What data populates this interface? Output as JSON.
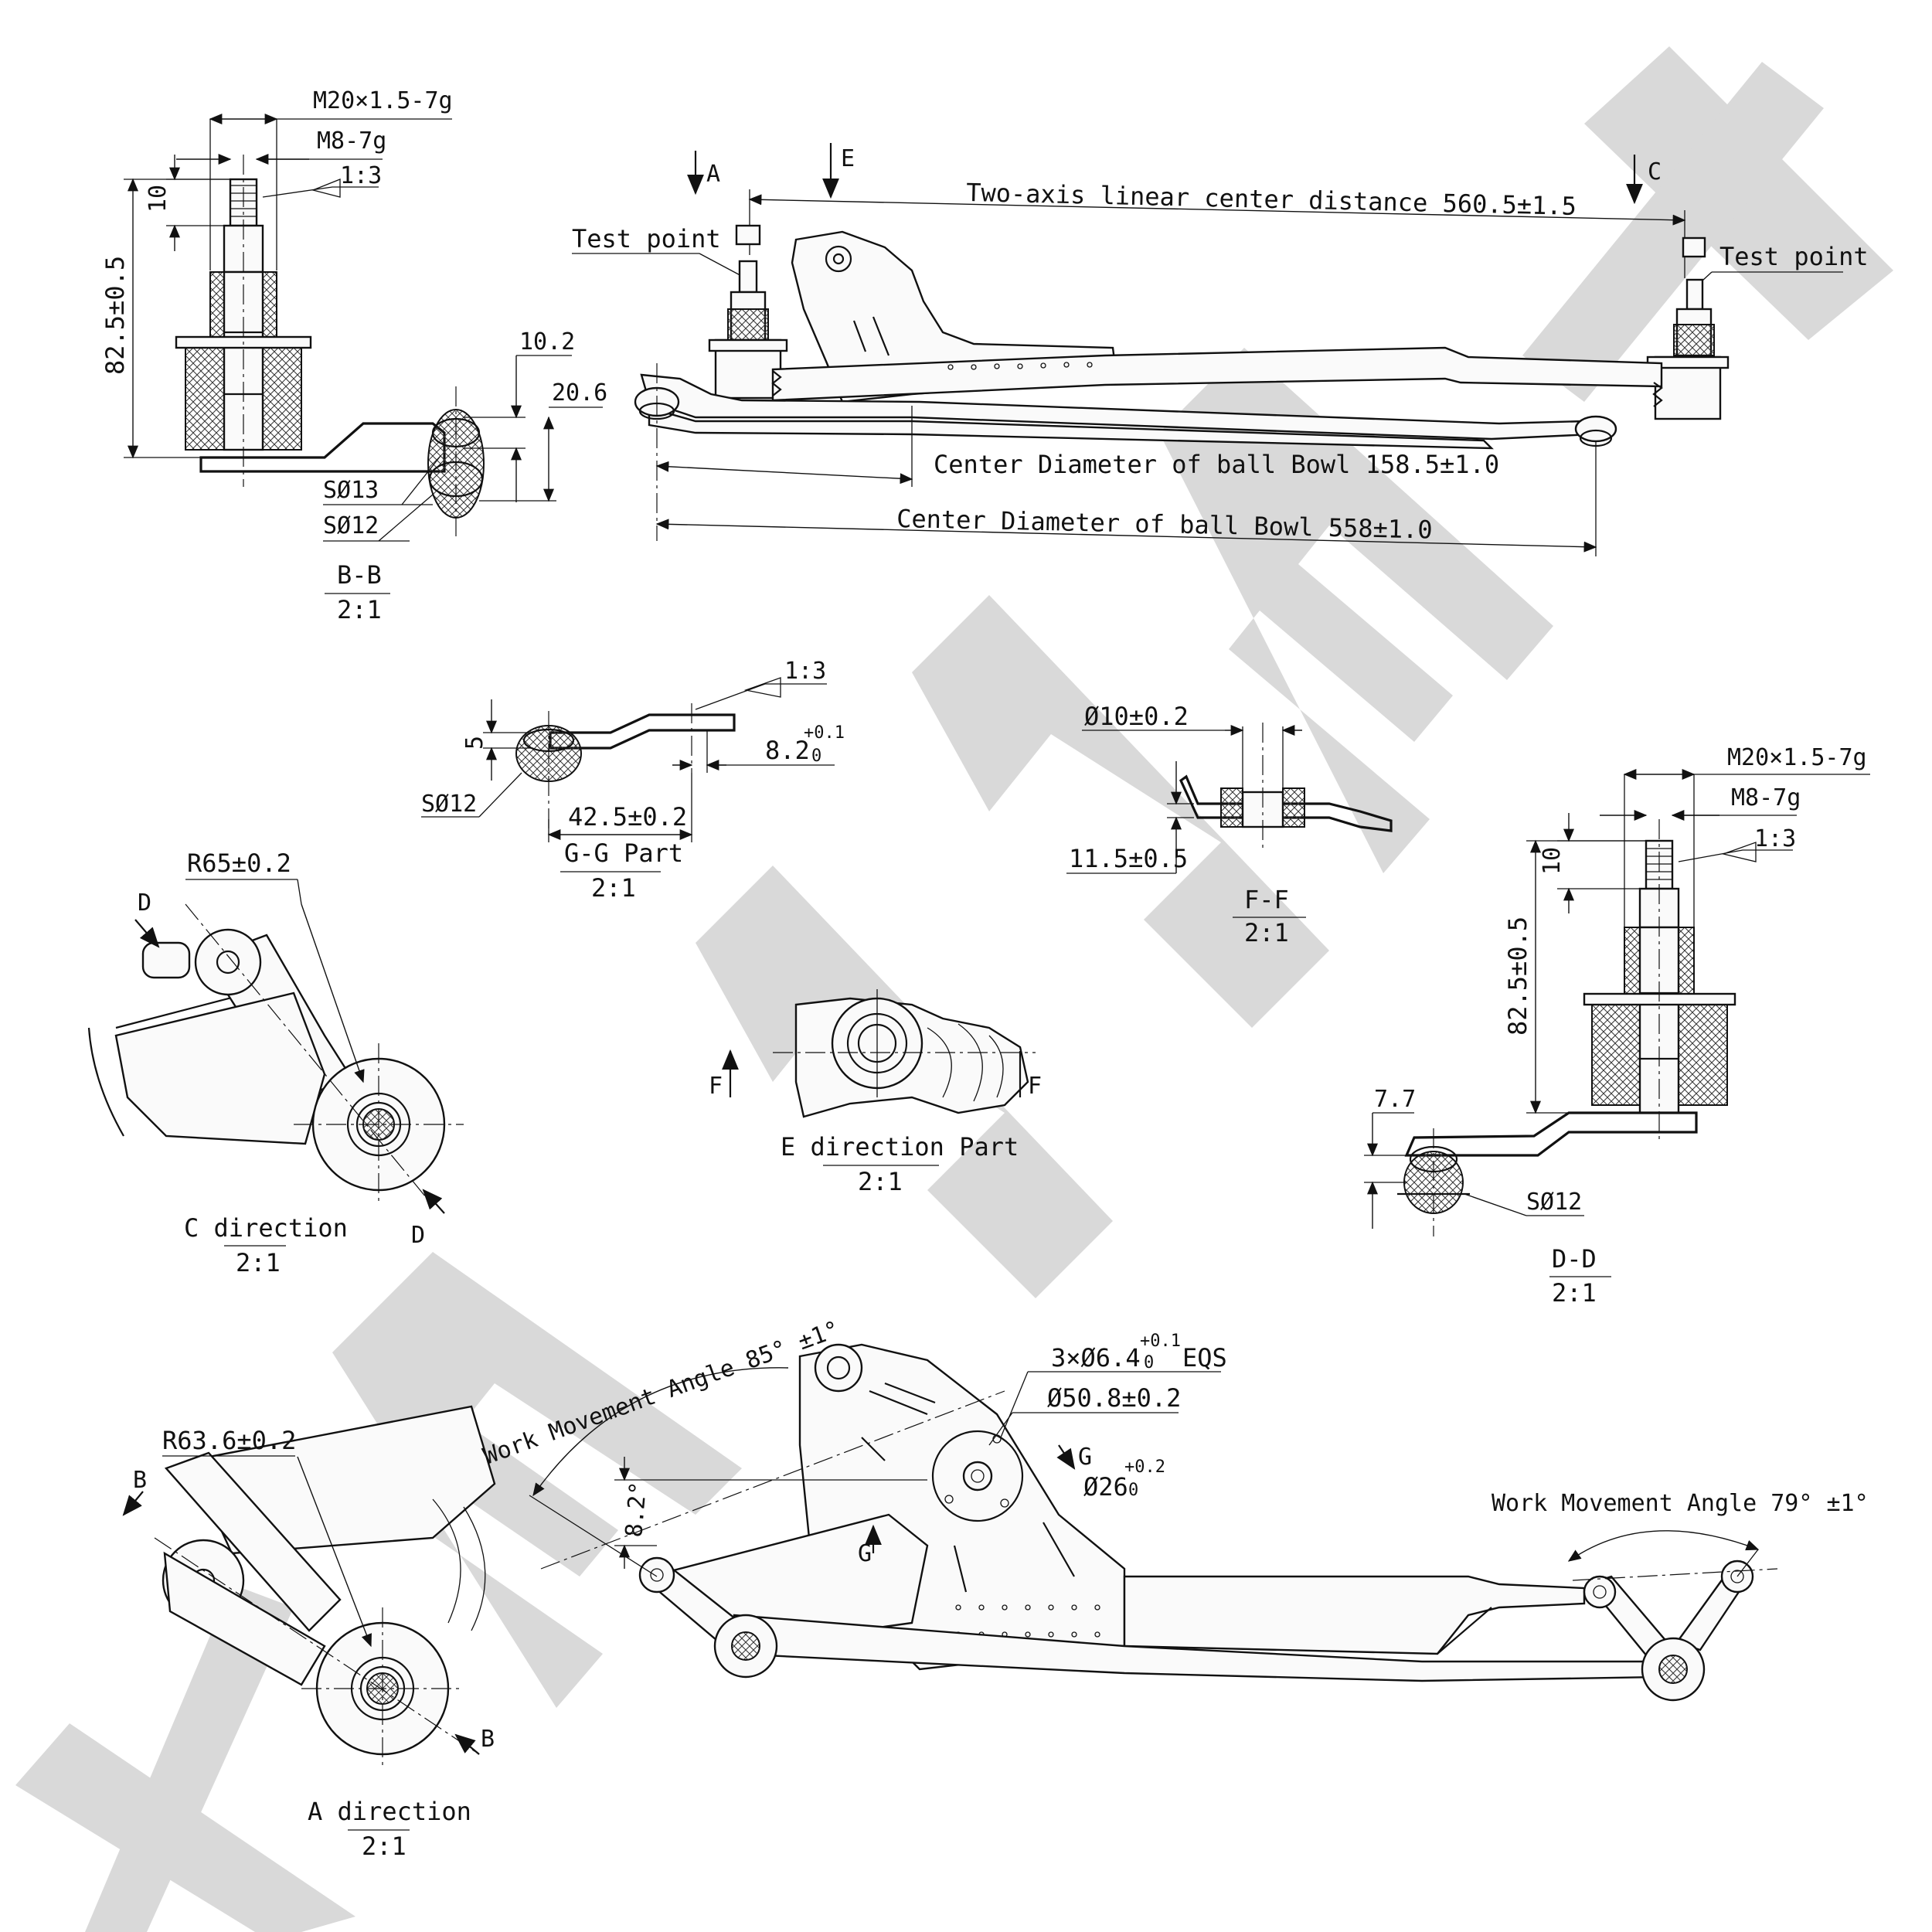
{
  "watermark": "XENNEX",
  "views": {
    "bb": {
      "thread_major": "M20×1.5-7g",
      "thread_minor": "M8-7g",
      "taper": "1:3",
      "dim_10": "10",
      "dim_height": "82.5±0.5",
      "dim_10_2": "10.2",
      "dim_20_6": "20.6",
      "ball_13": "SØ13",
      "ball_12": "SØ12",
      "name": "B-B",
      "scale": "2:1"
    },
    "main": {
      "arrow_a": "A",
      "arrow_e": "E",
      "arrow_c": "C",
      "test_point_left": "Test point",
      "test_point_right": "Test point",
      "two_axis": "Two-axis linear center distance 560.5±1.5",
      "bowl_1": "Center Diameter of ball Bowl 158.5±1.0",
      "bowl_2": "Center Diameter of ball Bowl 558±1.0"
    },
    "gg": {
      "taper": "1:3",
      "dim_5": "5",
      "dim_8_2": "8.2",
      "tol_upper": "+0.1",
      "tol_lower": "0",
      "ball": "SØ12",
      "dim_42_5": "42.5±0.2",
      "name": "G-G Part",
      "scale": "2:1"
    },
    "ff": {
      "dim_10": "Ø10±0.2",
      "dim_11_5": "11.5±0.5",
      "name": "F-F",
      "scale": "2:1"
    },
    "dd": {
      "thread_major": "M20×1.5-7g",
      "thread_minor": "M8-7g",
      "taper": "1:3",
      "dim_10": "10",
      "dim_height": "82.5±0.5",
      "dim_7_7": "7.7",
      "ball": "SØ12",
      "name": "D-D",
      "scale": "2:1"
    },
    "cdir": {
      "radius": "R65±0.2",
      "sec_top": "D",
      "sec_bot": "D",
      "name": "C direction",
      "scale": "2:1"
    },
    "edir": {
      "sec_left": "F",
      "sec_right": "F",
      "name": "E direction Part",
      "scale": "2:1"
    },
    "adir": {
      "radius": "R63.6±0.2",
      "sec_top": "B",
      "sec_bot": "B",
      "name": "A direction",
      "scale": "2:1"
    },
    "bottom": {
      "angle_left": "Work Movement Angle 85° ±1°",
      "angle_right": "Work Movement Angle 79° ±1°",
      "holes": "3×Ø6.4",
      "holes_tol_upper": "+0.1",
      "holes_tol_lower": "0",
      "holes_eqs": "EQS",
      "pcd": "Ø50.8±0.2",
      "bore": "Ø26",
      "bore_tol_upper": "+0.2",
      "bore_tol_lower": "0",
      "sec_g_top": "G",
      "sec_g_bot": "G",
      "dim_8_2": "8.2°"
    }
  }
}
